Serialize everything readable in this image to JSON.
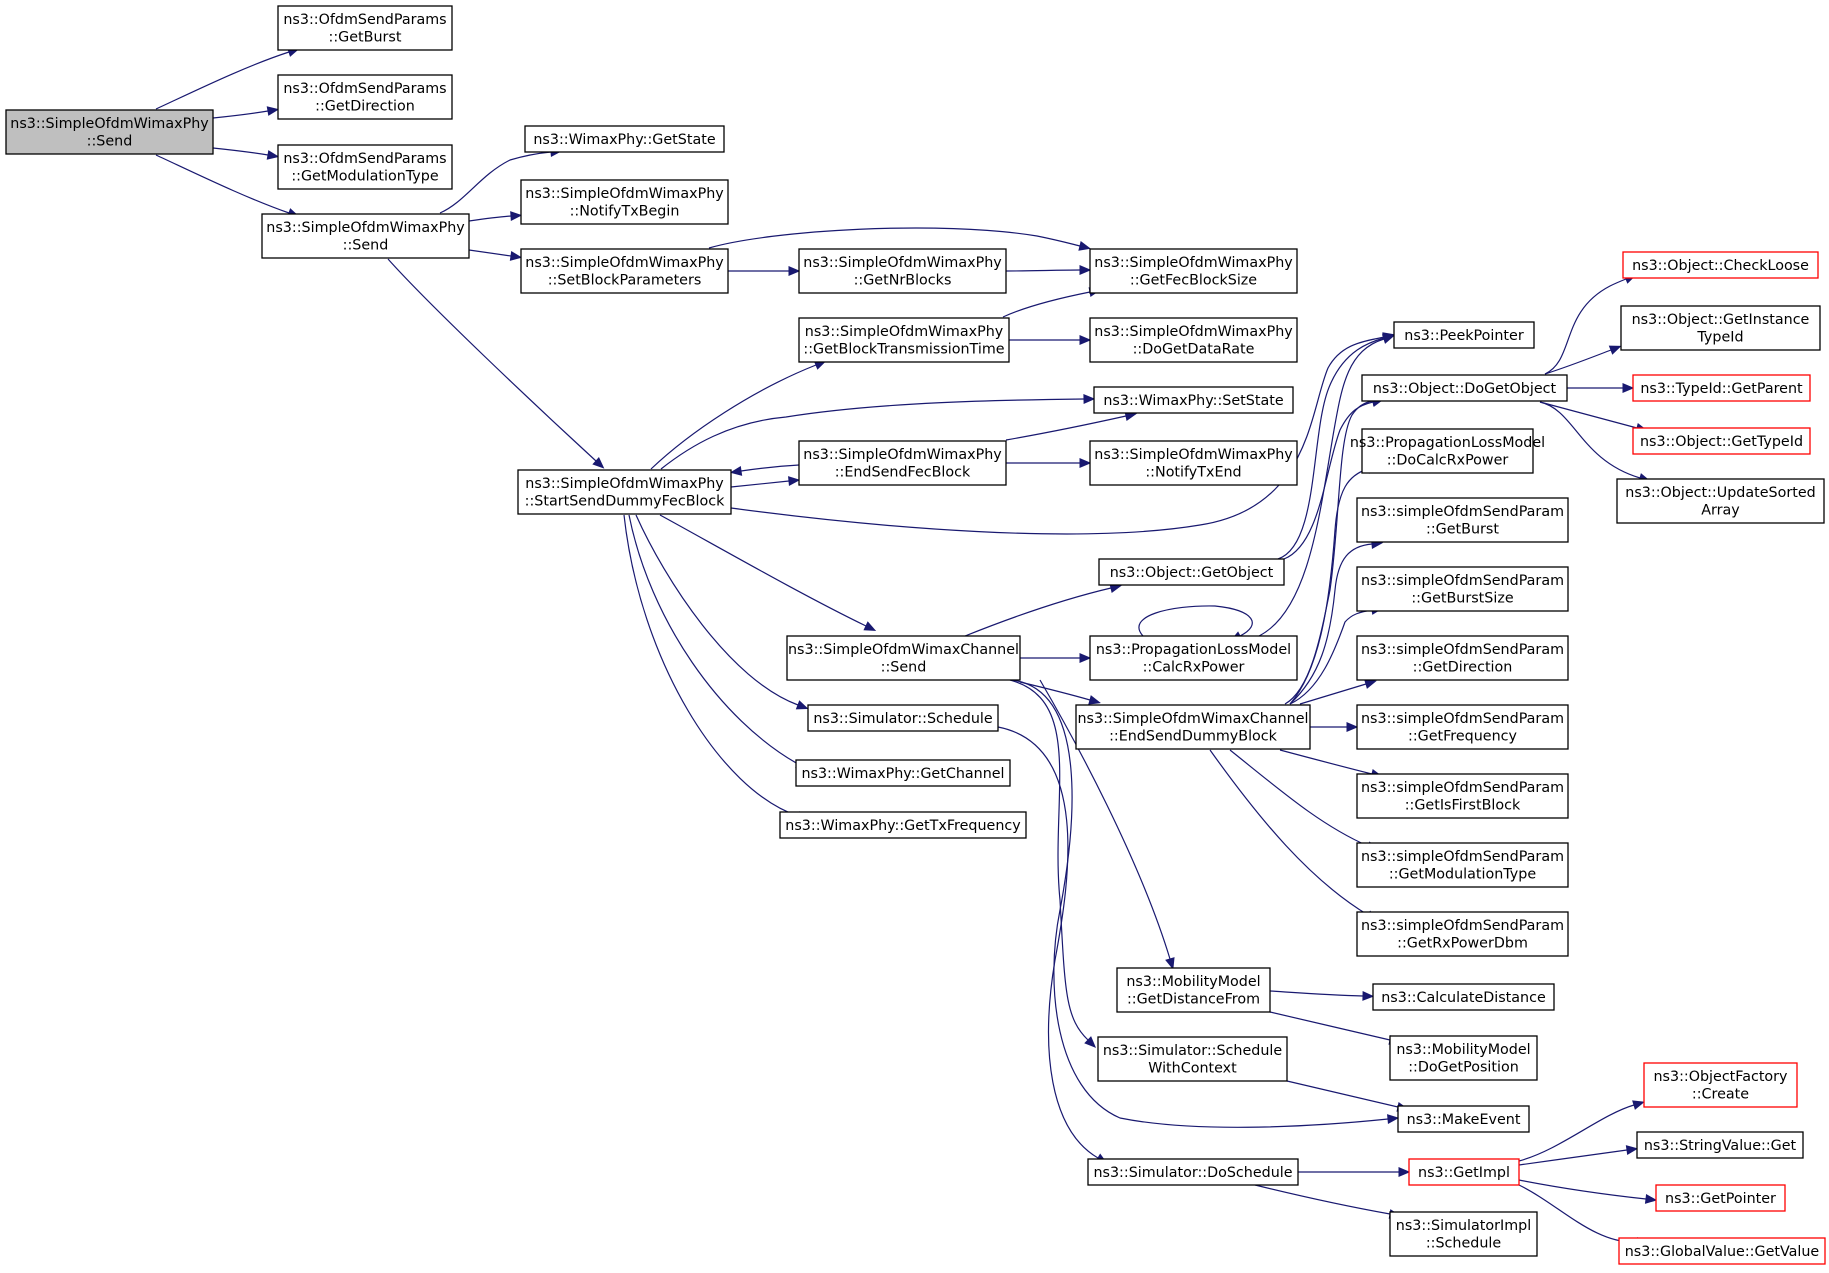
{
  "colors": {
    "edge": "#191970",
    "node_border": "#000000",
    "node_border_truncated": "#ff0000",
    "node_fill": "#ffffff",
    "root_fill": "#bfbfbf"
  },
  "nodes": [
    {
      "id": "root",
      "lines": [
        "ns3::SimpleOfdmWimaxPhy",
        "::Send"
      ],
      "root": true
    },
    {
      "id": "ofdm_getburst",
      "lines": [
        "ns3::OfdmSendParams",
        "::GetBurst"
      ]
    },
    {
      "id": "ofdm_getdirection",
      "lines": [
        "ns3::OfdmSendParams",
        "::GetDirection"
      ]
    },
    {
      "id": "ofdm_getmodtype",
      "lines": [
        "ns3::OfdmSendParams",
        "::GetModulationType"
      ]
    },
    {
      "id": "phy_send",
      "lines": [
        "ns3::SimpleOfdmWimaxPhy",
        "::Send"
      ]
    },
    {
      "id": "wimax_getstate",
      "lines": [
        "ns3::WimaxPhy::GetState"
      ]
    },
    {
      "id": "notify_txbegin",
      "lines": [
        "ns3::SimpleOfdmWimaxPhy",
        "::NotifyTxBegin"
      ]
    },
    {
      "id": "set_block_params",
      "lines": [
        "ns3::SimpleOfdmWimaxPhy",
        "::SetBlockParameters"
      ]
    },
    {
      "id": "get_nr_blocks",
      "lines": [
        "ns3::SimpleOfdmWimaxPhy",
        "::GetNrBlocks"
      ]
    },
    {
      "id": "get_fec_block_size",
      "lines": [
        "ns3::SimpleOfdmWimaxPhy",
        "::GetFecBlockSize"
      ]
    },
    {
      "id": "get_block_tx_time",
      "lines": [
        "ns3::SimpleOfdmWimaxPhy",
        "::GetBlockTransmissionTime"
      ]
    },
    {
      "id": "do_get_data_rate",
      "lines": [
        "ns3::SimpleOfdmWimaxPhy",
        "::DoGetDataRate"
      ]
    },
    {
      "id": "start_send_dummy",
      "lines": [
        "ns3::SimpleOfdmWimaxPhy",
        "::StartSendDummyFecBlock"
      ]
    },
    {
      "id": "wimax_setstate",
      "lines": [
        "ns3::WimaxPhy::SetState"
      ]
    },
    {
      "id": "end_send_fec",
      "lines": [
        "ns3::SimpleOfdmWimaxPhy",
        "::EndSendFecBlock"
      ]
    },
    {
      "id": "notify_txend",
      "lines": [
        "ns3::SimpleOfdmWimaxPhy",
        "::NotifyTxEnd"
      ]
    },
    {
      "id": "peek_pointer",
      "lines": [
        "ns3::PeekPointer"
      ]
    },
    {
      "id": "obj_dogetobject",
      "lines": [
        "ns3::Object::DoGetObject"
      ]
    },
    {
      "id": "obj_checkloose",
      "lines": [
        "ns3::Object::CheckLoose"
      ],
      "truncated": true
    },
    {
      "id": "obj_getinstancetypeid",
      "lines": [
        "ns3::Object::GetInstance",
        "TypeId"
      ]
    },
    {
      "id": "typeid_getparent",
      "lines": [
        "ns3::TypeId::GetParent"
      ],
      "truncated": true
    },
    {
      "id": "obj_gettypeid",
      "lines": [
        "ns3::Object::GetTypeId"
      ],
      "truncated": true
    },
    {
      "id": "obj_updatesorted",
      "lines": [
        "ns3::Object::UpdateSorted",
        "Array"
      ]
    },
    {
      "id": "prop_docalc",
      "lines": [
        "ns3::PropagationLossModel",
        "::DoCalcRxPower"
      ]
    },
    {
      "id": "sp_getburst",
      "lines": [
        "ns3::simpleOfdmSendParam",
        "::GetBurst"
      ]
    },
    {
      "id": "sp_getburstsize",
      "lines": [
        "ns3::simpleOfdmSendParam",
        "::GetBurstSize"
      ]
    },
    {
      "id": "sp_getdirection",
      "lines": [
        "ns3::simpleOfdmSendParam",
        "::GetDirection"
      ]
    },
    {
      "id": "sp_getfrequency",
      "lines": [
        "ns3::simpleOfdmSendParam",
        "::GetFrequency"
      ]
    },
    {
      "id": "sp_getisfirstblock",
      "lines": [
        "ns3::simpleOfdmSendParam",
        "::GetIsFirstBlock"
      ]
    },
    {
      "id": "sp_getmodtype",
      "lines": [
        "ns3::simpleOfdmSendParam",
        "::GetModulationType"
      ]
    },
    {
      "id": "sp_getrxpowerdbm",
      "lines": [
        "ns3::simpleOfdmSendParam",
        "::GetRxPowerDbm"
      ]
    },
    {
      "id": "obj_getobject",
      "lines": [
        "ns3::Object::GetObject"
      ]
    },
    {
      "id": "prop_calc",
      "lines": [
        "ns3::PropagationLossModel",
        "::CalcRxPower"
      ]
    },
    {
      "id": "chan_send",
      "lines": [
        "ns3::SimpleOfdmWimaxChannel",
        "::Send"
      ]
    },
    {
      "id": "chan_end_dummy",
      "lines": [
        "ns3::SimpleOfdmWimaxChannel",
        "::EndSendDummyBlock"
      ]
    },
    {
      "id": "sim_schedule",
      "lines": [
        "ns3::Simulator::Schedule"
      ]
    },
    {
      "id": "wimax_getchannel",
      "lines": [
        "ns3::WimaxPhy::GetChannel"
      ]
    },
    {
      "id": "wimax_gettxfreq",
      "lines": [
        "ns3::WimaxPhy::GetTxFrequency"
      ]
    },
    {
      "id": "mob_getdistance",
      "lines": [
        "ns3::MobilityModel",
        "::GetDistanceFrom"
      ]
    },
    {
      "id": "calc_distance",
      "lines": [
        "ns3::CalculateDistance"
      ]
    },
    {
      "id": "mob_dogetposition",
      "lines": [
        "ns3::MobilityModel",
        "::DoGetPosition"
      ]
    },
    {
      "id": "sim_schedule_ctx",
      "lines": [
        "ns3::Simulator::Schedule",
        "WithContext"
      ]
    },
    {
      "id": "make_event",
      "lines": [
        "ns3::MakeEvent"
      ]
    },
    {
      "id": "sim_doschedule",
      "lines": [
        "ns3::Simulator::DoSchedule"
      ]
    },
    {
      "id": "get_impl",
      "lines": [
        "ns3::GetImpl"
      ],
      "truncated": true
    },
    {
      "id": "simimpl_schedule",
      "lines": [
        "ns3::SimulatorImpl",
        "::Schedule"
      ]
    },
    {
      "id": "objfactory_create",
      "lines": [
        "ns3::ObjectFactory",
        "::Create"
      ],
      "truncated": true
    },
    {
      "id": "stringvalue_get",
      "lines": [
        "ns3::StringValue::Get"
      ]
    },
    {
      "id": "get_pointer",
      "lines": [
        "ns3::GetPointer"
      ],
      "truncated": true
    },
    {
      "id": "globalvalue_getvalue",
      "lines": [
        "ns3::GlobalValue::GetValue"
      ],
      "truncated": true
    }
  ],
  "edges": [
    {
      "from": "root",
      "to": "ofdm_getburst"
    },
    {
      "from": "root",
      "to": "ofdm_getdirection"
    },
    {
      "from": "root",
      "to": "ofdm_getmodtype"
    },
    {
      "from": "root",
      "to": "phy_send"
    },
    {
      "from": "phy_send",
      "to": "wimax_getstate"
    },
    {
      "from": "phy_send",
      "to": "notify_txbegin"
    },
    {
      "from": "phy_send",
      "to": "set_block_params"
    },
    {
      "from": "phy_send",
      "to": "start_send_dummy"
    },
    {
      "from": "set_block_params",
      "to": "get_nr_blocks"
    },
    {
      "from": "set_block_params",
      "to": "get_fec_block_size"
    },
    {
      "from": "get_nr_blocks",
      "to": "get_fec_block_size"
    },
    {
      "from": "get_block_tx_time",
      "to": "get_fec_block_size"
    },
    {
      "from": "get_block_tx_time",
      "to": "do_get_data_rate"
    },
    {
      "from": "start_send_dummy",
      "to": "get_block_tx_time"
    },
    {
      "from": "start_send_dummy",
      "to": "wimax_setstate"
    },
    {
      "from": "start_send_dummy",
      "to": "end_send_fec"
    },
    {
      "from": "start_send_dummy",
      "to": "peek_pointer"
    },
    {
      "from": "start_send_dummy",
      "to": "chan_send"
    },
    {
      "from": "start_send_dummy",
      "to": "sim_schedule"
    },
    {
      "from": "start_send_dummy",
      "to": "wimax_getchannel"
    },
    {
      "from": "start_send_dummy",
      "to": "wimax_gettxfreq"
    },
    {
      "from": "end_send_fec",
      "to": "start_send_dummy"
    },
    {
      "from": "end_send_fec",
      "to": "wimax_setstate"
    },
    {
      "from": "end_send_fec",
      "to": "notify_txend"
    },
    {
      "from": "obj_dogetobject",
      "to": "obj_checkloose"
    },
    {
      "from": "obj_dogetobject",
      "to": "obj_getinstancetypeid"
    },
    {
      "from": "obj_dogetobject",
      "to": "typeid_getparent"
    },
    {
      "from": "obj_dogetobject",
      "to": "obj_gettypeid"
    },
    {
      "from": "obj_dogetobject",
      "to": "obj_updatesorted"
    },
    {
      "from": "obj_getobject",
      "to": "peek_pointer"
    },
    {
      "from": "obj_getobject",
      "to": "obj_dogetobject"
    },
    {
      "from": "prop_calc",
      "to": "prop_calc"
    },
    {
      "from": "prop_calc",
      "to": "peek_pointer"
    },
    {
      "from": "chan_send",
      "to": "obj_getobject"
    },
    {
      "from": "chan_send",
      "to": "prop_calc"
    },
    {
      "from": "chan_send",
      "to": "chan_end_dummy"
    },
    {
      "from": "chan_send",
      "to": "mob_getdistance"
    },
    {
      "from": "chan_send",
      "to": "sim_schedule_ctx"
    },
    {
      "from": "chan_send",
      "to": "make_event"
    },
    {
      "from": "chan_end_dummy",
      "to": "obj_dogetobject"
    },
    {
      "from": "chan_end_dummy",
      "to": "prop_docalc"
    },
    {
      "from": "chan_end_dummy",
      "to": "sp_getburst"
    },
    {
      "from": "chan_end_dummy",
      "to": "sp_getburstsize"
    },
    {
      "from": "chan_end_dummy",
      "to": "sp_getdirection"
    },
    {
      "from": "chan_end_dummy",
      "to": "sp_getfrequency"
    },
    {
      "from": "chan_end_dummy",
      "to": "sp_getisfirstblock"
    },
    {
      "from": "chan_end_dummy",
      "to": "sp_getmodtype"
    },
    {
      "from": "chan_end_dummy",
      "to": "sp_getrxpowerdbm"
    },
    {
      "from": "sim_schedule",
      "to": "sim_doschedule"
    },
    {
      "from": "mob_getdistance",
      "to": "calc_distance"
    },
    {
      "from": "mob_getdistance",
      "to": "mob_dogetposition"
    },
    {
      "from": "sim_schedule_ctx",
      "to": "make_event"
    },
    {
      "from": "sim_doschedule",
      "to": "get_impl"
    },
    {
      "from": "sim_doschedule",
      "to": "simimpl_schedule"
    },
    {
      "from": "get_impl",
      "to": "objfactory_create"
    },
    {
      "from": "get_impl",
      "to": "stringvalue_get"
    },
    {
      "from": "get_impl",
      "to": "get_pointer"
    },
    {
      "from": "get_impl",
      "to": "globalvalue_getvalue"
    }
  ]
}
